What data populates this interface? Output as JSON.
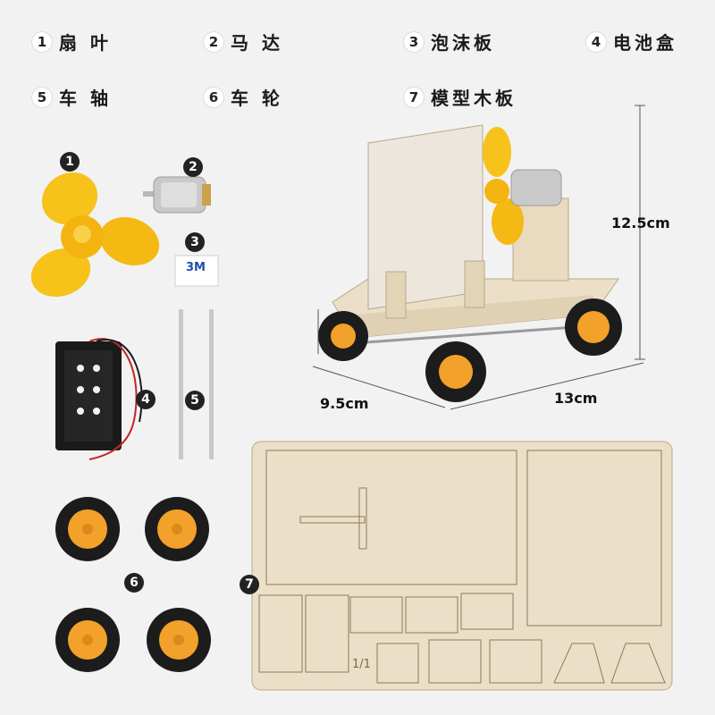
{
  "legend": [
    {
      "num": "1",
      "label": "扇 叶"
    },
    {
      "num": "2",
      "label": "马 达"
    },
    {
      "num": "3",
      "label": "泡沫板"
    },
    {
      "num": "4",
      "label": "电池盒"
    },
    {
      "num": "5",
      "label": "车 轴"
    },
    {
      "num": "6",
      "label": "车 轮"
    },
    {
      "num": "7",
      "label": "模型木板"
    }
  ],
  "badges": {
    "fan": "1",
    "motor": "2",
    "foam": "3",
    "battery": "4",
    "axle": "5",
    "wheels": "6",
    "board": "7"
  },
  "foam_print": "3M",
  "board_print": "1/1",
  "dimensions": {
    "height": "12.5cm",
    "width": "9.5cm",
    "length": "13cm"
  },
  "colors": {
    "background": "#f2f2f2",
    "fan_yellow": "#f7c21a",
    "wheel_orange": "#f2a12a",
    "tire_black": "#1c1c1c",
    "wood": "#ecdfc8"
  }
}
